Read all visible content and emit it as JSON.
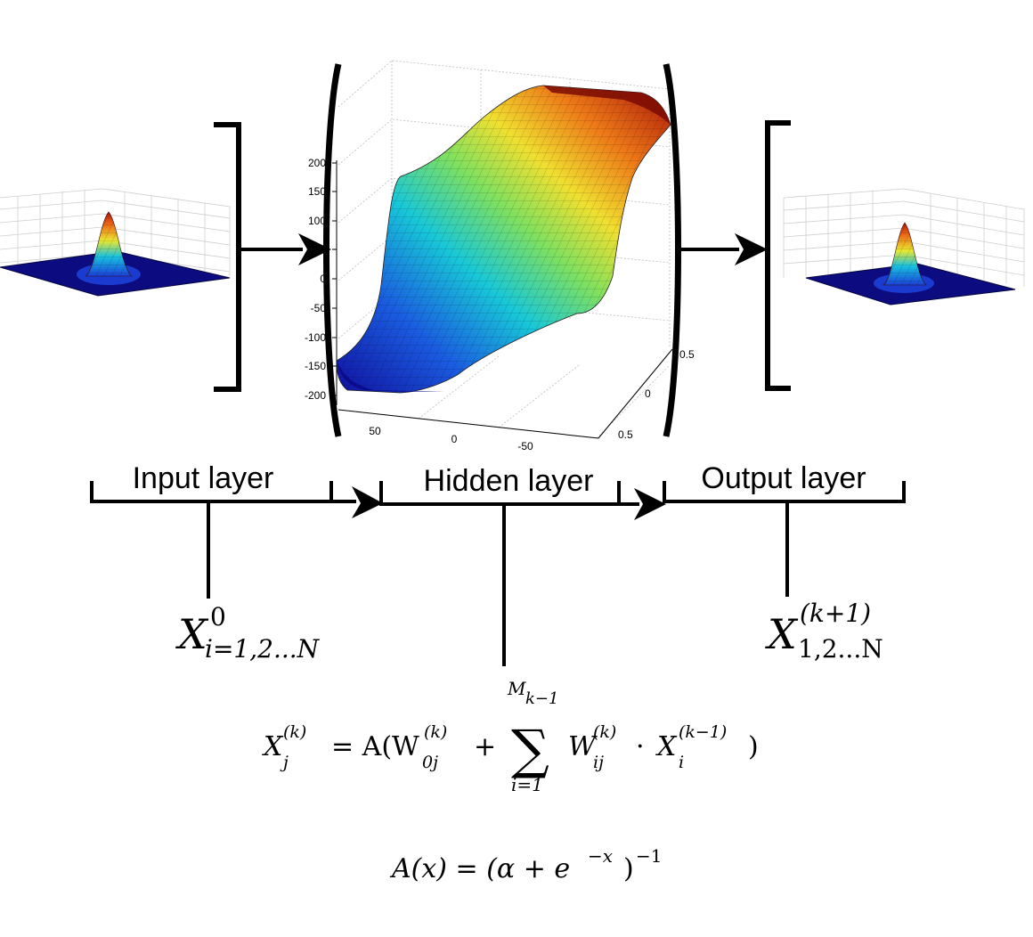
{
  "layers": {
    "input": "Input layer",
    "hidden": "Hidden layer",
    "output": "Output layer"
  },
  "hidden_plot": {
    "z_ticks": [
      "200",
      "150",
      "100",
      "50",
      "0",
      "-50",
      "-100",
      "-150",
      "-200"
    ],
    "x_ticks": [
      "50",
      "0",
      "-50"
    ],
    "y_ticks": [
      "0.5",
      "0",
      "0.5"
    ]
  },
  "formulas": {
    "input_var": "X",
    "input_sup": "0",
    "input_sub": "i=1,2...N",
    "output_var": "X",
    "output_sup": "(k+1)",
    "output_sub": "1,2...N",
    "main_lhs_var": "X",
    "main_lhs_sub": "j",
    "main_lhs_sup": "(k)",
    "main_eq": "= A(W",
    "main_w0_sub": "0j",
    "main_w0_sup": "(k)",
    "main_plus": "+",
    "main_sum": "∑",
    "main_sum_upper": "M",
    "main_sum_upper_sub": "k−1",
    "main_sum_lower": "i=1",
    "main_wij": "W",
    "main_wij_sub": "ij",
    "main_wij_sup": "(k)",
    "main_dot": "·",
    "main_xi": "X",
    "main_xi_sub": "i",
    "main_xi_sup": "(k−1)",
    "main_close": ")",
    "activation_lhs": "A(x) = (α + e",
    "activation_exp": "−x",
    "activation_rhs": ")",
    "activation_pow": "−1"
  },
  "colors": {
    "line": "#000000",
    "plot_navy": "#0a0a7a",
    "peak_red": "#d42a10",
    "grid": "#c8c8c8"
  }
}
